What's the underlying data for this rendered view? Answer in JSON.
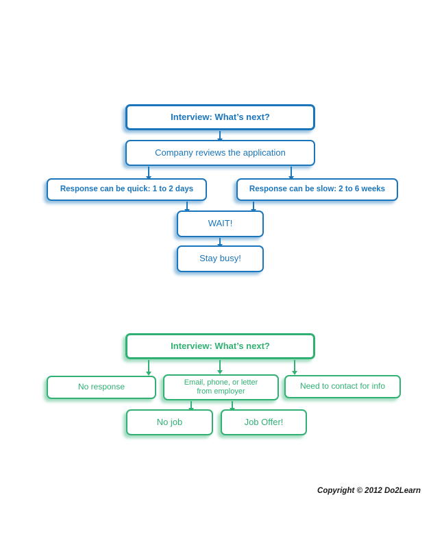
{
  "colors": {
    "blue_accent": "#1B75BB",
    "green_accent": "#30B173",
    "background": "#FFFFFF",
    "copyright_text": "#1A1A1A"
  },
  "flowchart_blue": {
    "title": "Interview: What’s next?",
    "nodes": {
      "company": "Company reviews the application",
      "quick": "Response can be quick: 1 to 2 days",
      "slow": "Response can be slow: 2 to 6 weeks",
      "wait": "WAIT!",
      "busy": "Stay busy!"
    }
  },
  "flowchart_green": {
    "title": "Interview: What’s next?",
    "nodes": {
      "no_response": "No response",
      "email": "Email, phone, or letter\nfrom employer",
      "contact": "Need to contact for info",
      "no_job": "No job",
      "job_offer": "Job Offer!"
    }
  },
  "footer": {
    "copyright": "Copyright © 2012 Do2Learn"
  }
}
